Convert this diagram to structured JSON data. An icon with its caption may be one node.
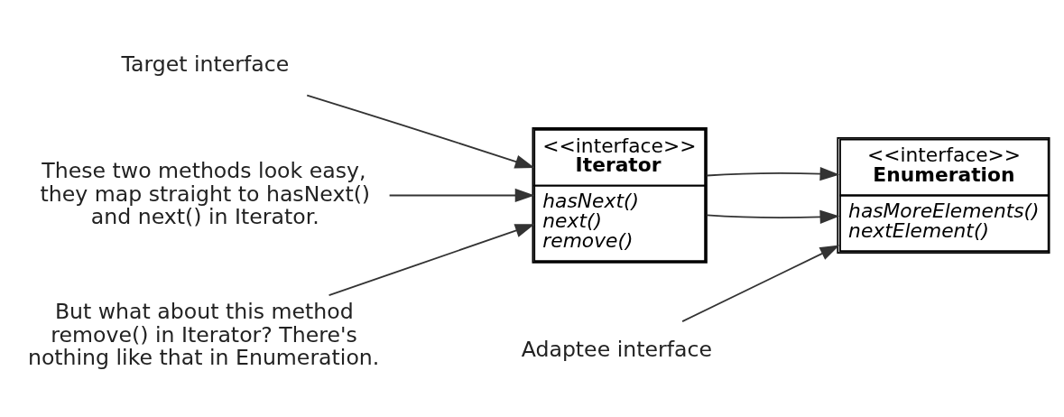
{
  "diagram": {
    "nodes": [
      {
        "text": [
          "Target interface"
        ]
      },
      {
        "text": [
          "<<interface>>",
          "Iterator",
          "hasNext()",
          "next()",
          "remove()"
        ]
      },
      {
        "text": [
          "<<interface>>",
          "Enumeration",
          "hasMoreElements()",
          "nextElement()"
        ]
      },
      {
        "text": [
          "These two methods look easy, they map straight to hasNext() and next() in Iterator."
        ]
      },
      {
        "text": [
          "But what about this method remove() in Iterator? There's nothing like that in Enumeration."
        ]
      },
      {
        "text": [
          "Adaptee interface"
        ]
      }
    ],
    "edges": [
      {
        "from": 0,
        "to": 1,
        "arrow": "to"
      },
      {
        "from": 3,
        "to": 1,
        "arrow": "to"
      },
      {
        "from": 1,
        "to": 2,
        "arrow": "to"
      },
      {
        "from": 1,
        "to": 2,
        "arrow": "to"
      },
      {
        "from": 4,
        "to": 1,
        "arrow": "to"
      },
      {
        "from": 5,
        "to": 2,
        "arrow": "to"
      }
    ]
  }
}
